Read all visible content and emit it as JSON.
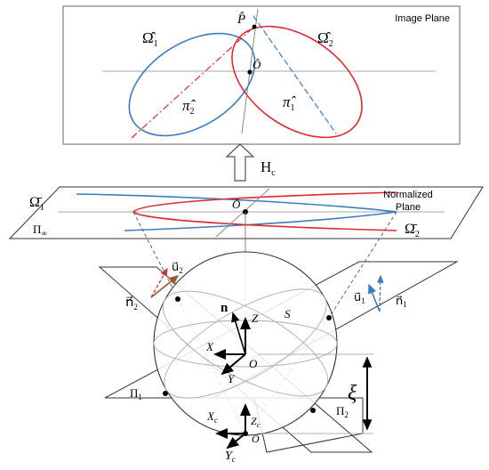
{
  "image_plane": {
    "title": "Image Plane",
    "omega1": "Ω̂",
    "omega1_sub": "1",
    "omega2": "Ω̂",
    "omega2_sub": "2",
    "p_hat": "P̂",
    "o_hat": "Ô",
    "pi2": "π̂",
    "pi2_sub": "2",
    "pi1": "π̂",
    "pi1_sub": "1"
  },
  "transform": {
    "label": "H",
    "sub": "c"
  },
  "normalized_plane": {
    "title_line1": "Normalized",
    "title_line2": "Plane",
    "omega1": "Ω̄",
    "omega1_sub": "1",
    "omega2": "Ω̄",
    "omega2_sub": "2",
    "o_bar": "Ō",
    "pi_inf": "Π",
    "pi_inf_sub": "∞"
  },
  "sphere": {
    "n2": "n⃗",
    "n2_sub": "2",
    "u2": "u⃗",
    "u2_sub": "2",
    "u1": "u⃗",
    "u1_sub": "1",
    "n1": "n⃗",
    "n1_sub": "1",
    "n": "n⃗",
    "z": "Z",
    "x": "X",
    "y": "Y",
    "o": "O",
    "s": "S",
    "pi1": "Π",
    "pi1_sub": "1",
    "pi2": "Π",
    "pi2_sub": "2",
    "xi": "ξ",
    "xc": "X",
    "xc_sub": "c",
    "zc": "Z",
    "zc_sub": "c",
    "oc": "O",
    "yc": "Y",
    "yc_sub": "c"
  },
  "colors": {
    "blue": "#3b7dbf",
    "red": "#e0282e",
    "gray": "#888888",
    "black": "#000000"
  }
}
